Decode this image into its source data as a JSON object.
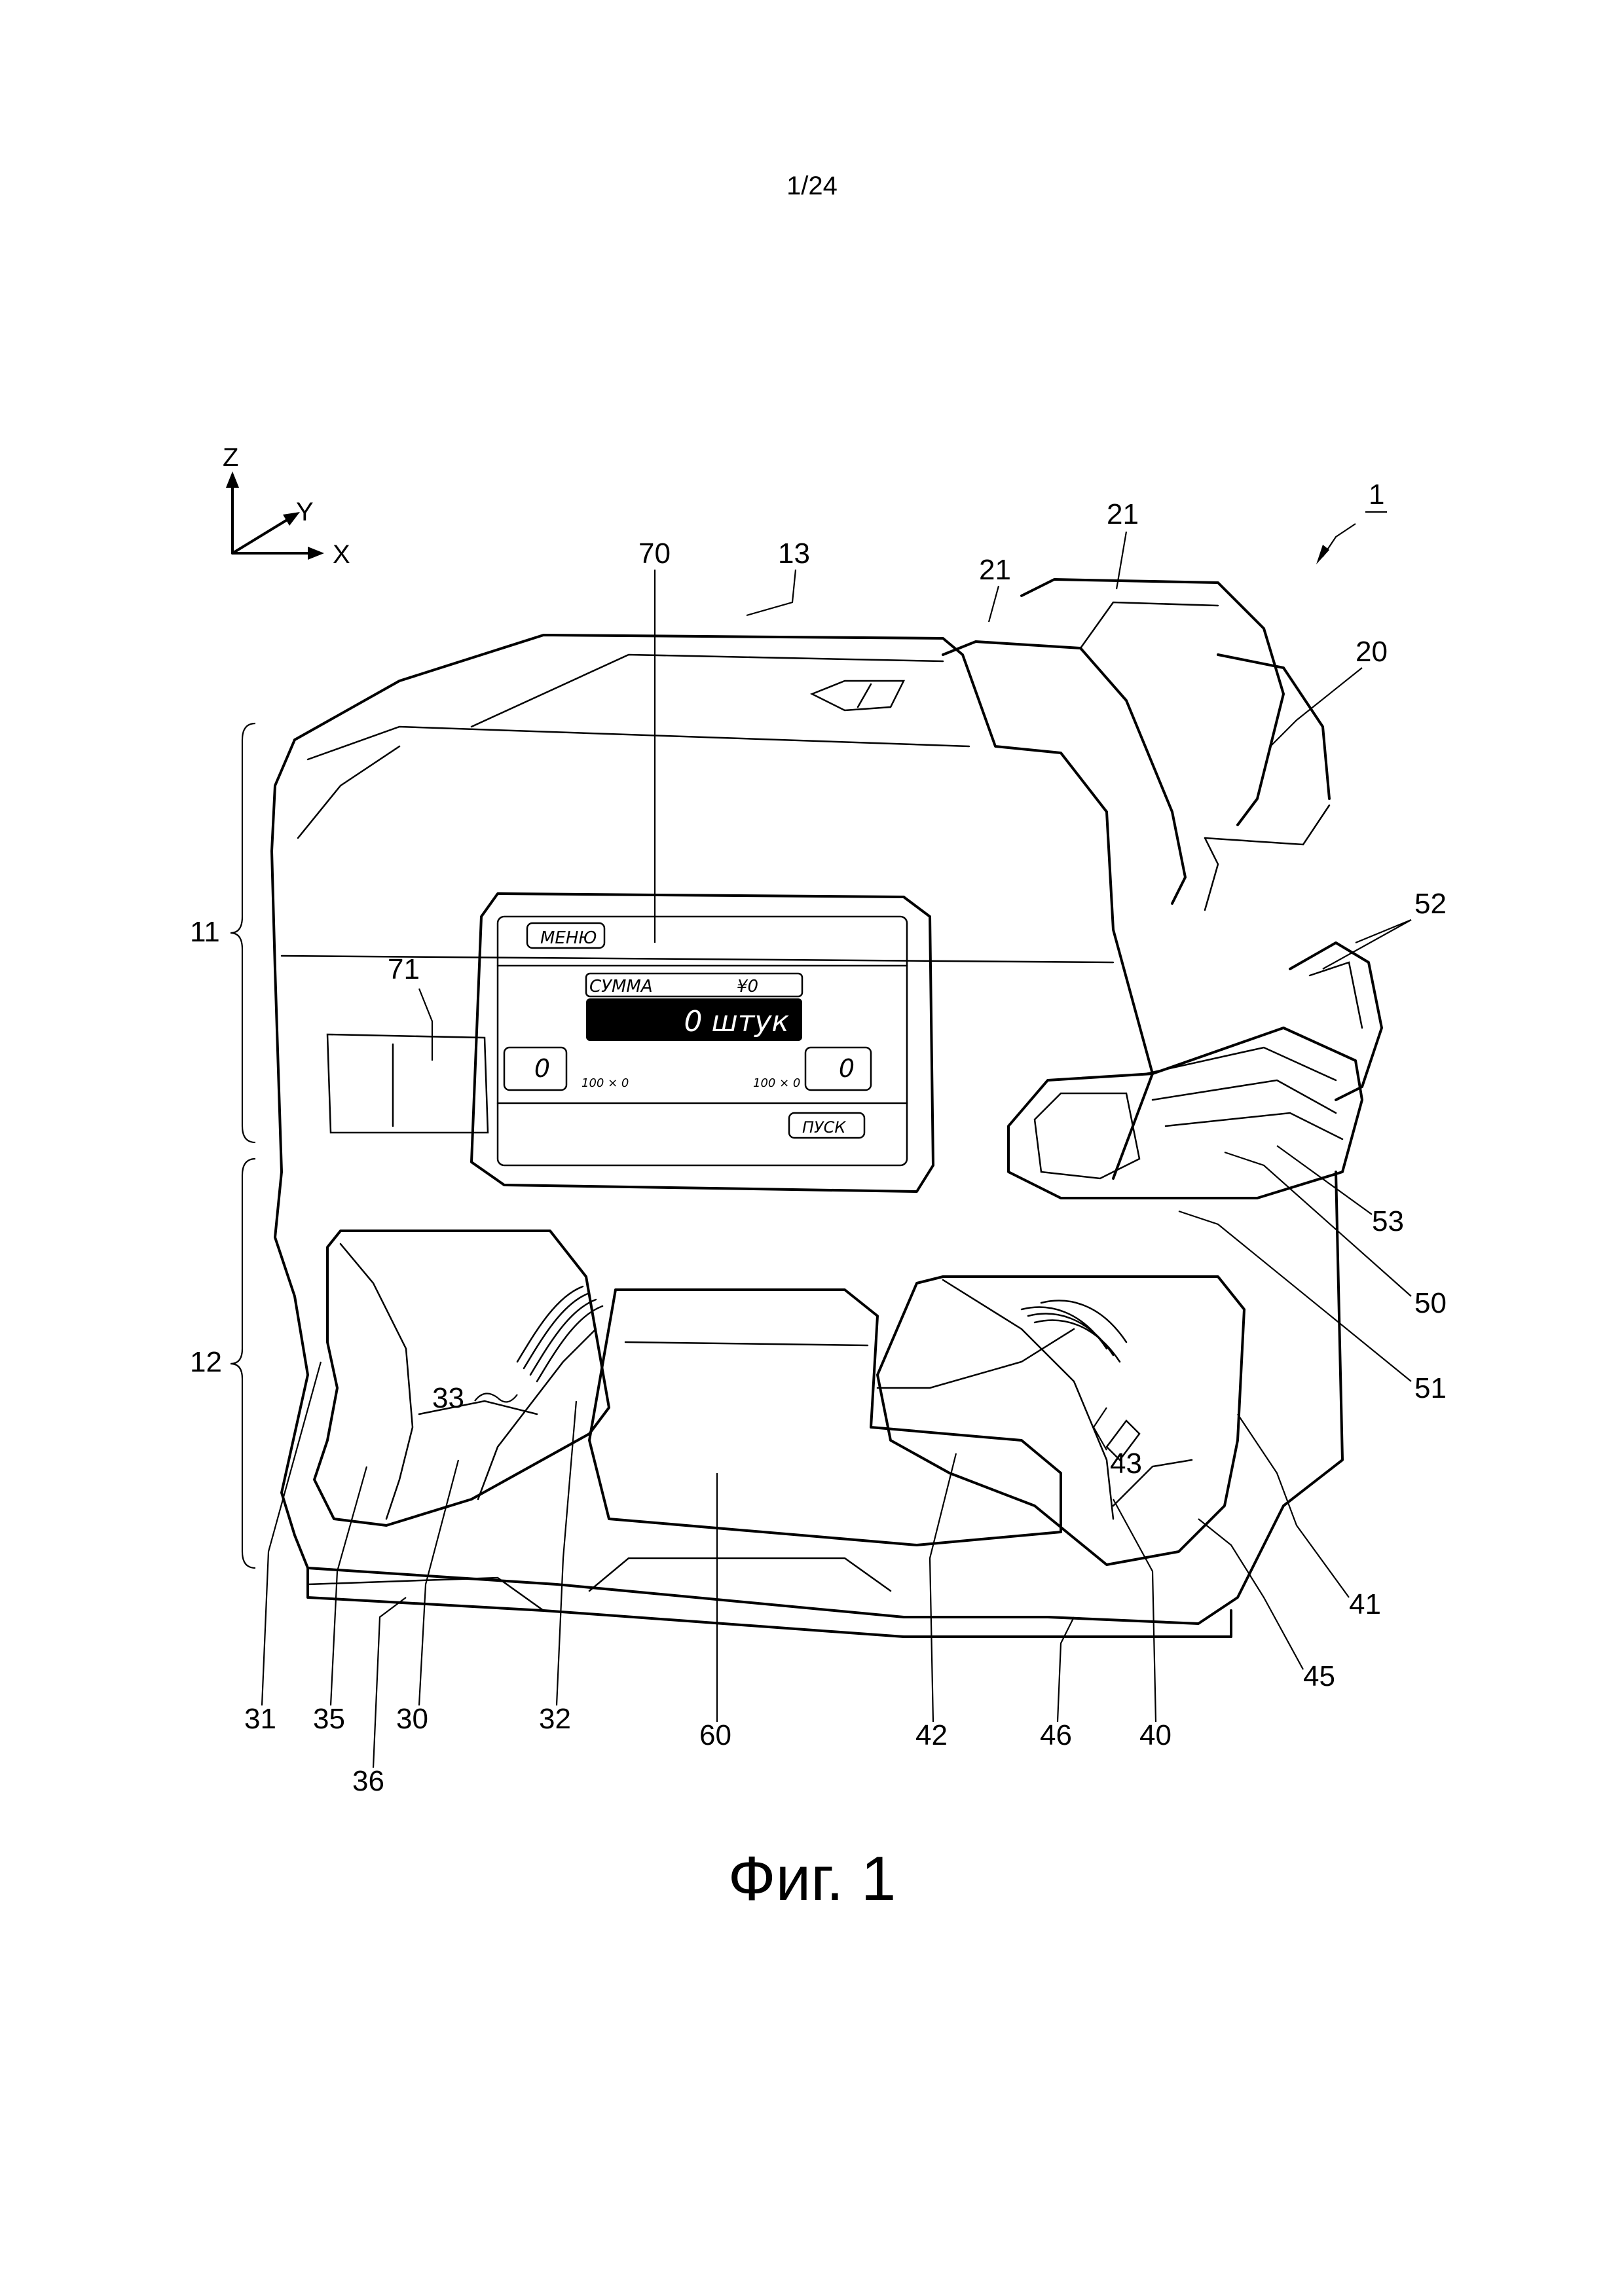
{
  "page_number": "1/24",
  "caption": "Фиг. 1",
  "axes": {
    "z": "Z",
    "y": "Y",
    "x": "X"
  },
  "screen": {
    "menu_button": "МЕНЮ",
    "total_label": "СУММА",
    "total_value": "¥0",
    "count_text": "0 штук",
    "left_count": "0",
    "left_denom": "100 × 0",
    "right_denom": "100 × 0",
    "right_count": "0",
    "start_button": "ПУСК"
  },
  "references": {
    "device": "1",
    "r11": "11",
    "r12": "12",
    "r13": "13",
    "r20": "20",
    "r21a": "21",
    "r21b": "21",
    "r30": "30",
    "r31": "31",
    "r32": "32",
    "r33": "33",
    "r35": "35",
    "r36": "36",
    "r40": "40",
    "r41": "41",
    "r42": "42",
    "r43": "43",
    "r45": "45",
    "r46": "46",
    "r50": "50",
    "r51": "51",
    "r52": "52",
    "r53": "53",
    "r60": "60",
    "r70": "70",
    "r71": "71"
  }
}
